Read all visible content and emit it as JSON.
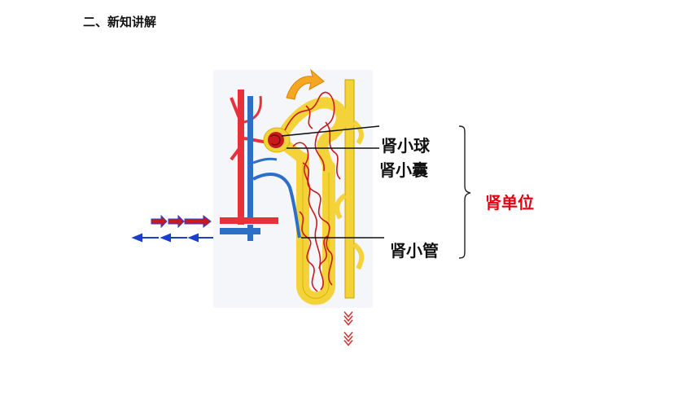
{
  "heading": "二、新知讲解",
  "labels": {
    "glomerulus": "肾小球",
    "capsule": "肾小囊",
    "tubule": "肾小管",
    "nephron": "肾单位"
  },
  "colors": {
    "artery": "#e8303a",
    "vein": "#2d6fc6",
    "tubule": "#f3d23a",
    "capillary": "#c8191f",
    "nephron_label": "#e60012",
    "arrow_out": "#1a3fcf",
    "arrow_in": "#c8191f"
  }
}
